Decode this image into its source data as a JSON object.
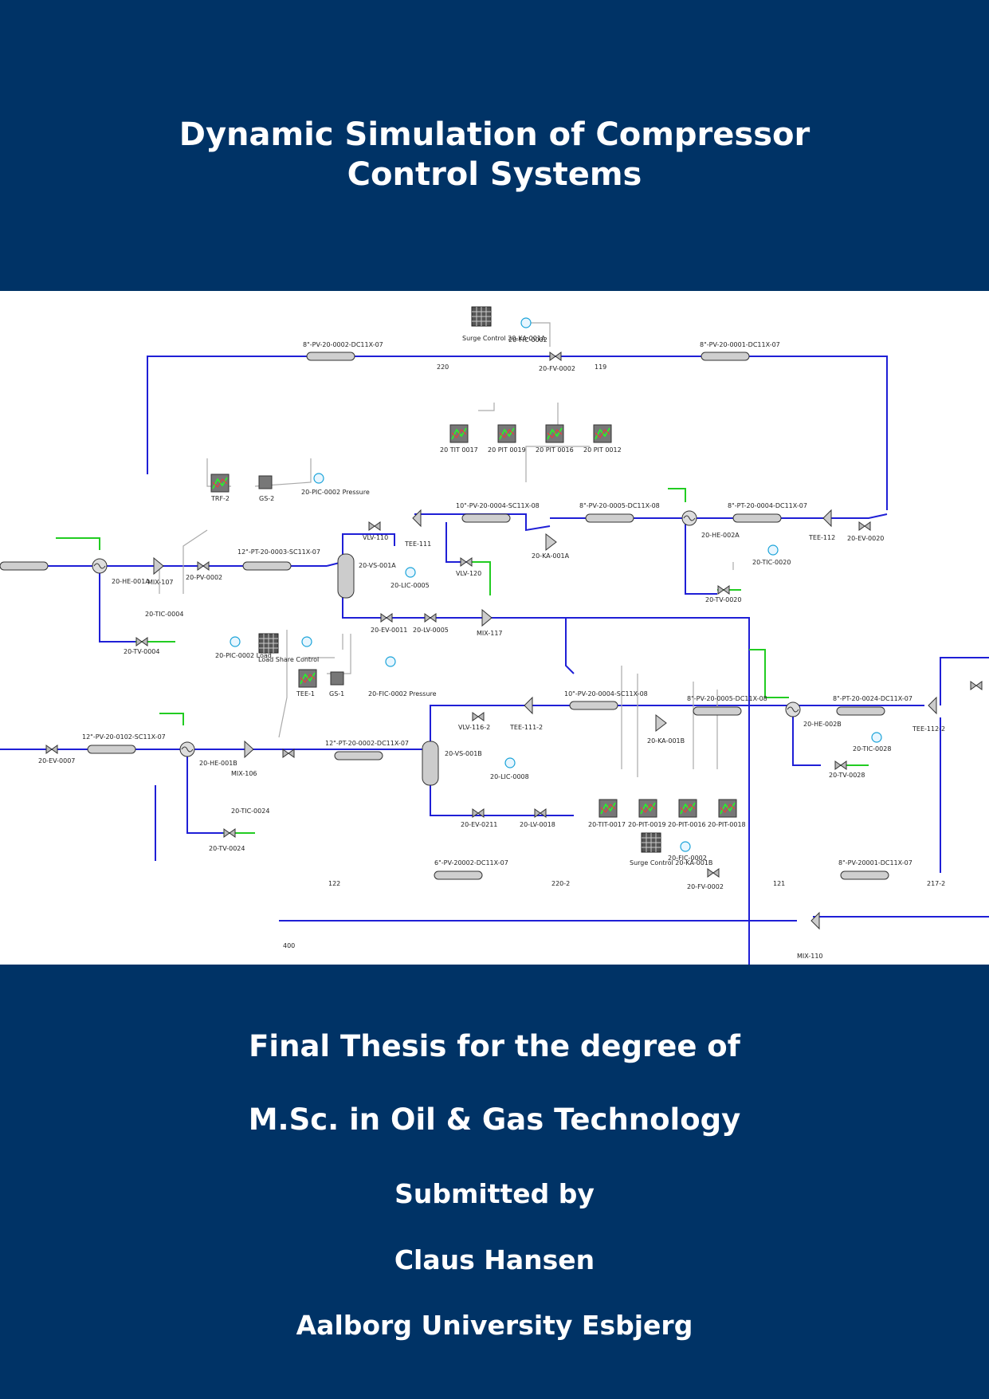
{
  "cover": {
    "title_line1": "Dynamic Simulation of Compressor",
    "title_line2": "Control Systems",
    "degree_line1": "Final Thesis for the degree of",
    "degree_line2": "M.Sc. in Oil & Gas Technology",
    "submitted_label": "Submitted by",
    "author": "Claus Hansen",
    "university": "Aalborg University Esbjerg"
  },
  "diagram": {
    "labels": {
      "surge_control_top": "Surge Control 20-KA-001A",
      "fic_top": "20-FIC-0002",
      "fv_top": "20-FV-0002",
      "line_top_left": "8\"-PV-20-0002-DC11X-07",
      "line_top_right": "8\"-PV-20-0001-DC11X-07",
      "stream_220": "220",
      "stream_119": "119",
      "trend_1": "20 TIT 0017",
      "trend_2": "20 PIT 0019",
      "trend_3": "20 PIT 0016",
      "trend_4": "20 PIT 0012",
      "trf2": "TRF-2",
      "gs2": "GS-2",
      "pic_pressure": "20-PIC-0002 Pressure",
      "line_pt_1": "12\"-PT-20-0003-SC11X-07",
      "line_pv_10": "10\"-PV-20-0004-SC11X-08",
      "line_pv_8": "8\"-PV-20-0005-DC11X-08",
      "line_pt_8": "8\"-PT-20-0004-DC11X-07",
      "vessel_1": "20-VS-001A",
      "lic_1": "20-LIC-0005",
      "tee_111": "TEE-111",
      "tee_112": "TEE-112",
      "mix_107": "MIX-107",
      "mix_117": "MIX-117",
      "mix_110": "MIX-110",
      "he_001a": "20-HE-001A",
      "he_002a": "20-HE-002A",
      "ka_001a": "20-KA-001A",
      "tic_0004": "20-TIC-0004",
      "tv_0004": "20-TV-0004",
      "tv_0020": "20-TV-0020",
      "tic_0020": "20-TIC-0020",
      "ev_0020": "20-EV-0020",
      "ev_0011": "20-EV-0011",
      "lv_0005": "20-LV-0005",
      "vlv_110": "VLV-110",
      "vlv_120": "VLV-120",
      "pv_0002": "20-PV-0002",
      "load_pic": "20-PIC-0002 Load",
      "load_share": "Load Share Control",
      "tee_1": "TEE-1",
      "gs_1": "GS-1",
      "fic_pressure": "20-FIC-0002 Pressure",
      "line_pv_12b": "12\"-PV-20-0102-SC11X-07",
      "line_pt_12b": "12\"-PT-20-0002-DC11X-07",
      "line_pv_10b": "10\"-PV-20-0004-SC11X-08",
      "line_pv_8b": "8\"-PV-20-0005-DC11X-08",
      "line_pt_8b": "8\"-PT-20-0024-DC11X-07",
      "vessel_2": "20-VS-001B",
      "lic_2": "20-LIC-0008",
      "tee_111_2": "TEE-111-2",
      "tee_112_2": "TEE-112-2",
      "he_001b": "20-HE-001B",
      "he_002b": "20-HE-002B",
      "ka_001b": "20-KA-001B",
      "tic_0024": "20-TIC-0024",
      "tic_0028": "20-TIC-0028",
      "tv_0024": "20-TV-0024",
      "tv_0028": "20-TV-0028",
      "ev_0007": "20-EV-0007",
      "ev_0211": "20-EV-0211",
      "lv_0018": "20-LV-0018",
      "vlv_116": "VLV-116-2",
      "mix_106": "MIX-106",
      "surge_control_bottom": "Surge Control 20-KA-001B",
      "fic_bottom": "20-FIC-0002",
      "fv_bottom": "20-FV-0002",
      "trend_b1": "20-TIT-0017",
      "trend_b2": "20-PIT-0019",
      "trend_b3": "20-PIT-0016",
      "trend_b4": "20-PIT-0018",
      "line_bottom_left": "6\"-PV-20002-DC11X-07",
      "line_bottom_right": "8\"-PV-20001-DC11X-07",
      "stream_122": "122",
      "stream_220_2": "220-2",
      "stream_121": "121",
      "stream_217_2": "217-2",
      "stream_400": "400"
    }
  }
}
